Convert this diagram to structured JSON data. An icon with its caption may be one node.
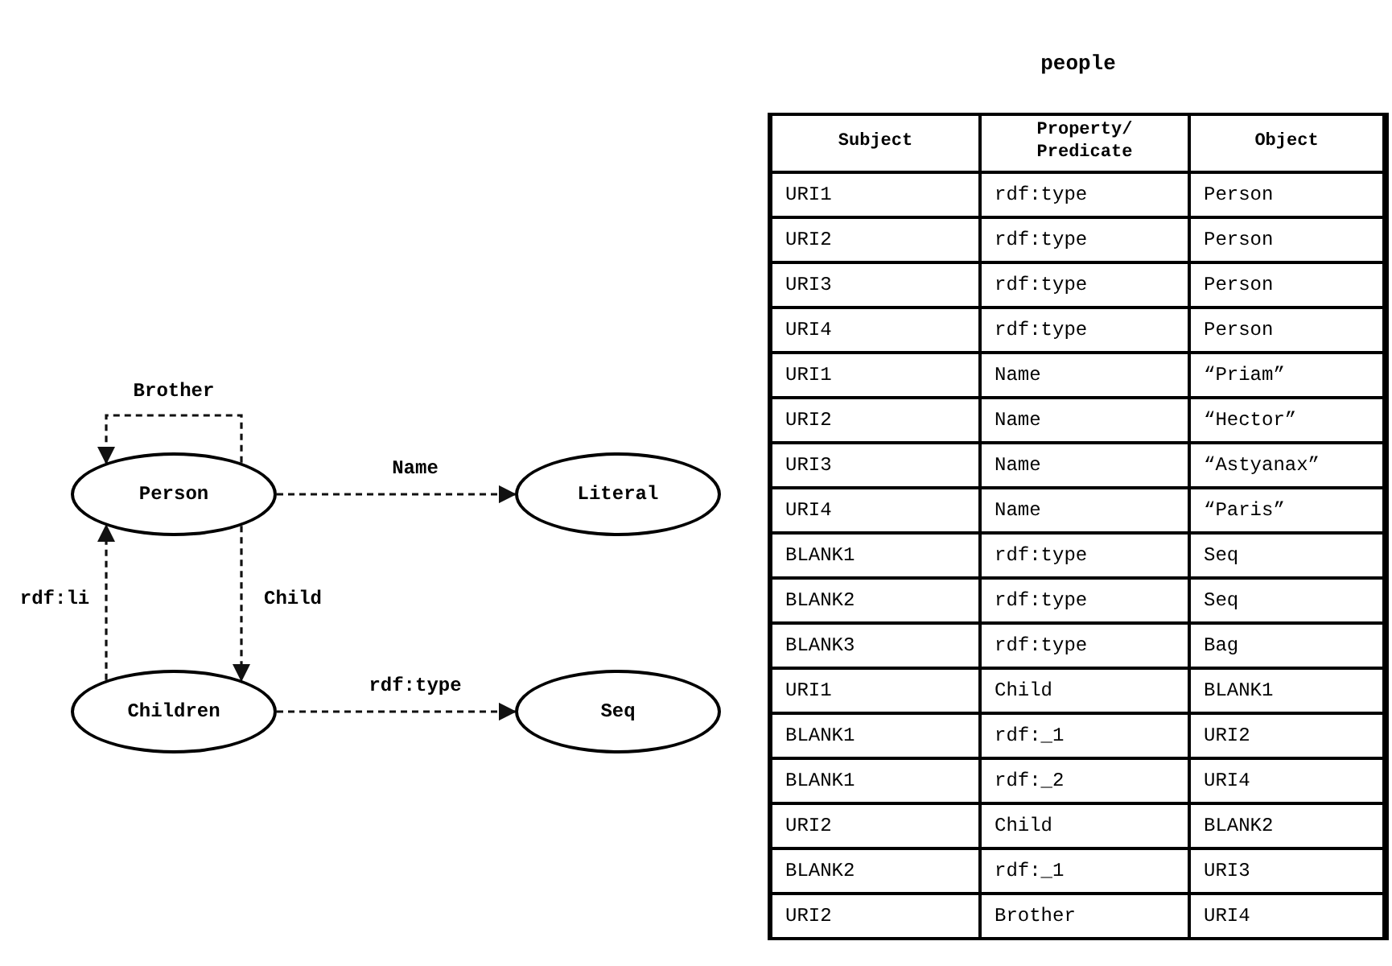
{
  "diagram": {
    "nodes": [
      {
        "text": [
          "Person"
        ]
      },
      {
        "text": [
          "Literal"
        ]
      },
      {
        "text": [
          "Children"
        ]
      },
      {
        "text": [
          "Seq"
        ]
      }
    ],
    "edges": [
      {
        "from": 0,
        "to": 0,
        "arrow": "to",
        "label": "Brother",
        "style": "dashed"
      },
      {
        "from": 0,
        "to": 1,
        "arrow": "to",
        "label": "Name",
        "style": "dashed"
      },
      {
        "from": 0,
        "to": 2,
        "arrow": "to",
        "label": "Child",
        "style": "dashed"
      },
      {
        "from": 2,
        "to": 0,
        "arrow": "to",
        "label": "rdf:li",
        "style": "dashed"
      },
      {
        "from": 2,
        "to": 3,
        "arrow": "to",
        "label": "rdf:type",
        "style": "dashed"
      }
    ],
    "labels": [
      "people",
      "Subject",
      "Property/ Predicate",
      "Object",
      "URI1",
      "rdf:type",
      "Person",
      "URI2",
      "rdf:type",
      "Person",
      "URI3",
      "rdf:type",
      "Person",
      "URI4",
      "rdf:type",
      "Person",
      "URI1",
      "Name",
      "“Priam”",
      "URI2",
      "Name",
      "“Hector”",
      "URI3",
      "Name",
      "“Astyanax”",
      "URI4",
      "Name",
      "“Paris”",
      "BLANK1",
      "rdf:type",
      "Seq",
      "BLANK2",
      "rdf:type",
      "Seq",
      "BLANK3",
      "rdf:type",
      "Bag",
      "URI1",
      "Child",
      "BLANK1",
      "BLANK1",
      "rdf:_1",
      "URI2",
      "BLANK1",
      "rdf:_2",
      "URI4",
      "URI2",
      "Child",
      "BLANK2",
      "BLANK2",
      "rdf:_1",
      "URI3",
      "URI2",
      "Brother",
      "URI4"
    ]
  }
}
